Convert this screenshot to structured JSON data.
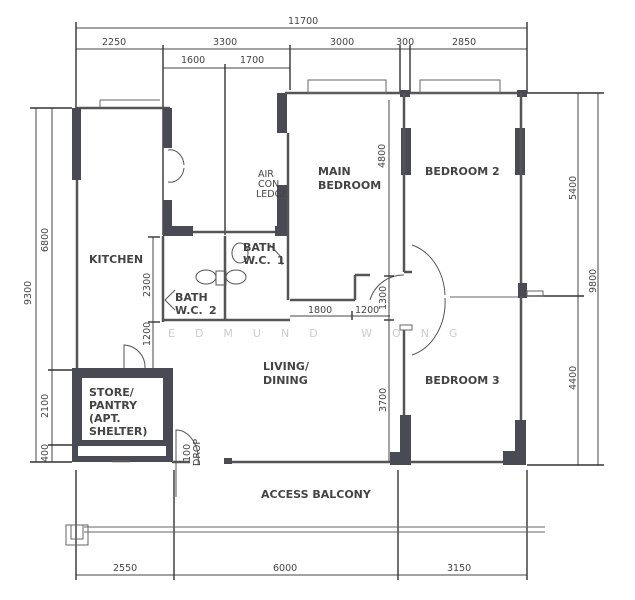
{
  "plan": {
    "dimensions": {
      "overall_width": "11700",
      "top": [
        "2250",
        "3300",
        "3000",
        "300",
        "2850"
      ],
      "top_sub": [
        "1600",
        "1700"
      ],
      "bottom": [
        "2550",
        "6000",
        "3150"
      ],
      "left_overall": "9300",
      "left": [
        "6800",
        "2100",
        "400"
      ],
      "right_overall": "9800",
      "right": [
        "5400",
        "4400"
      ],
      "inner": {
        "bath_height": "2300",
        "kitchen_door": "1200",
        "main_bedroom": "4800",
        "corridor_vertical": "1300",
        "living_depth": "3700",
        "corridor_1800": "1800",
        "corridor_1200": "1200"
      }
    },
    "rooms": {
      "kitchen": "KITCHEN",
      "main_bedroom": [
        "MAIN",
        "BEDROOM"
      ],
      "bedroom_2": "BEDROOM 2",
      "bedroom_3": "BEDROOM 3",
      "living_dining": [
        "LIVING/",
        "DINING"
      ],
      "store": [
        "STORE/",
        "PANTRY",
        "(APT.",
        "SHELTER)"
      ],
      "bath_1": [
        "BATH",
        "W.C.",
        "1"
      ],
      "bath_2": [
        "BATH",
        "W.C.",
        "2"
      ],
      "air_con_ledge": [
        "AIR",
        "CON",
        "LEDGE"
      ],
      "drop": [
        "100",
        "DROP"
      ],
      "access_balcony": "ACCESS BALCONY"
    },
    "watermark": "EDMUND WONG"
  }
}
